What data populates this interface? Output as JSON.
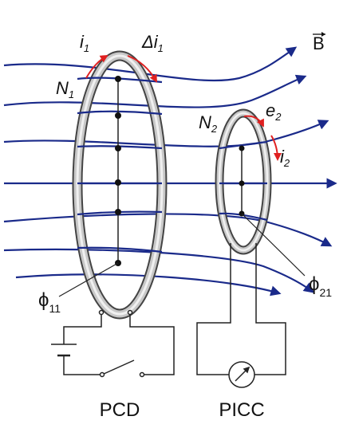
{
  "labels": {
    "i1": "i",
    "i1_sub": "1",
    "di1": "Δi",
    "di1_sub": "1",
    "B": "B",
    "N1": "N",
    "N1_sub": "1",
    "N2": "N",
    "N2_sub": "2",
    "e2": "e",
    "e2_sub": "2",
    "i2": "i",
    "i2_sub": "2",
    "phi11": "ϕ",
    "phi11_sub": "11",
    "phi21": "ϕ",
    "phi21_sub": "21",
    "pcd": "PCD",
    "picc": "PICC"
  },
  "colors": {
    "field_lines": "#1a2a8a",
    "current_arrows": "#e02020",
    "coil": "#9a9a9a",
    "wire": "#222222"
  }
}
